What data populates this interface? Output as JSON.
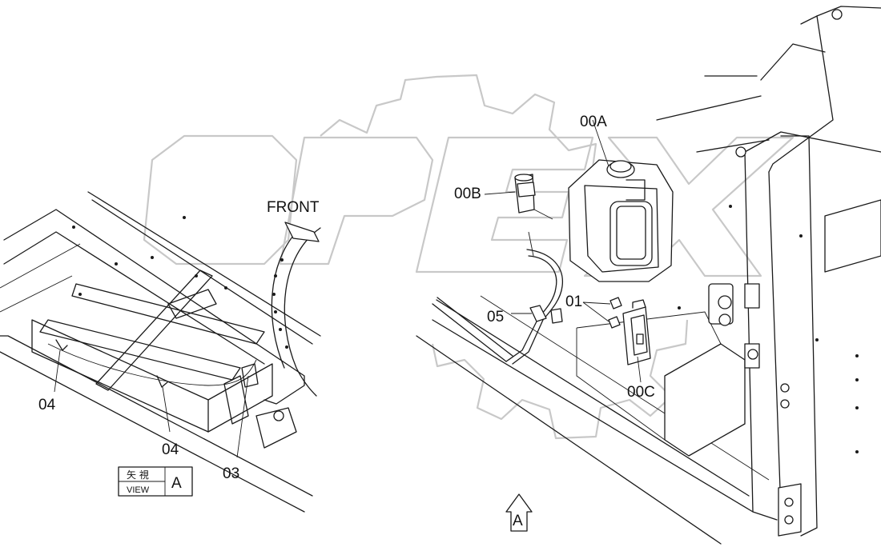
{
  "labels": {
    "part_00a": "00A",
    "part_00b": "00B",
    "part_00c": "00C",
    "part_01": "01",
    "part_03": "03",
    "part_04_left": "04",
    "part_04_mid": "04",
    "part_05": "05",
    "front": "FRONT",
    "view_marker": "A"
  },
  "view_box": {
    "japanese": "矢 視",
    "english": "VIEW",
    "letter": "A"
  },
  "watermark": {
    "text": "OPEX",
    "color": "#c8c8c8"
  }
}
